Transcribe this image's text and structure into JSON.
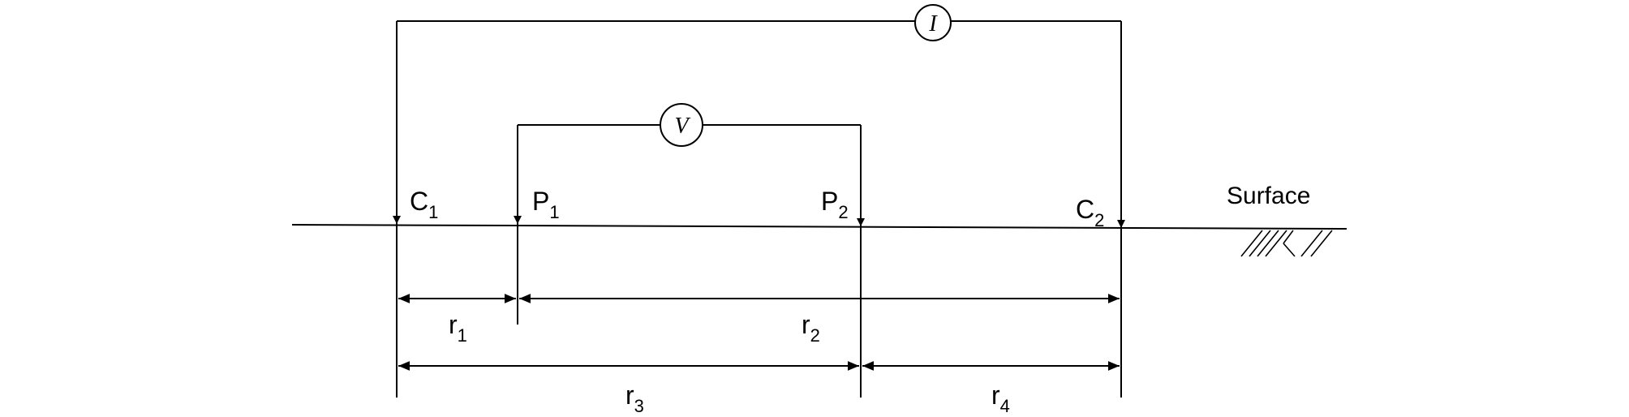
{
  "diagram": {
    "electrodes": [
      {
        "label": "C",
        "sub": "1"
      },
      {
        "label": "P",
        "sub": "1"
      },
      {
        "label": "P",
        "sub": "2"
      },
      {
        "label": "C",
        "sub": "2"
      }
    ],
    "meters": {
      "current": "I",
      "voltage": "V"
    },
    "surface_label": "Surface",
    "distances": [
      {
        "label": "r",
        "sub": "1"
      },
      {
        "label": "r",
        "sub": "2"
      },
      {
        "label": "r",
        "sub": "3"
      },
      {
        "label": "r",
        "sub": "4"
      }
    ]
  }
}
